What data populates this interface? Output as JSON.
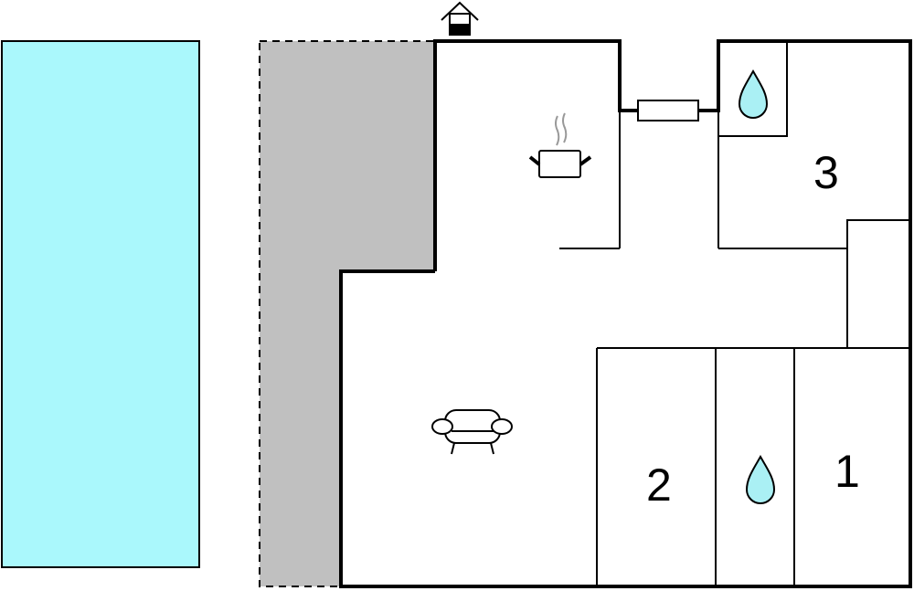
{
  "colors": {
    "pool": "#aaf8fc",
    "terrace": "#c0c0c0",
    "water": "#aaf0f4",
    "wall": "#000000"
  },
  "rooms": {
    "bedroom_1": "1",
    "bedroom_2": "2",
    "bedroom_3": "3"
  },
  "icons": [
    "entrance-icon",
    "cooking-pot-icon",
    "sofa-icon",
    "water-drop-icon",
    "window-icon"
  ]
}
